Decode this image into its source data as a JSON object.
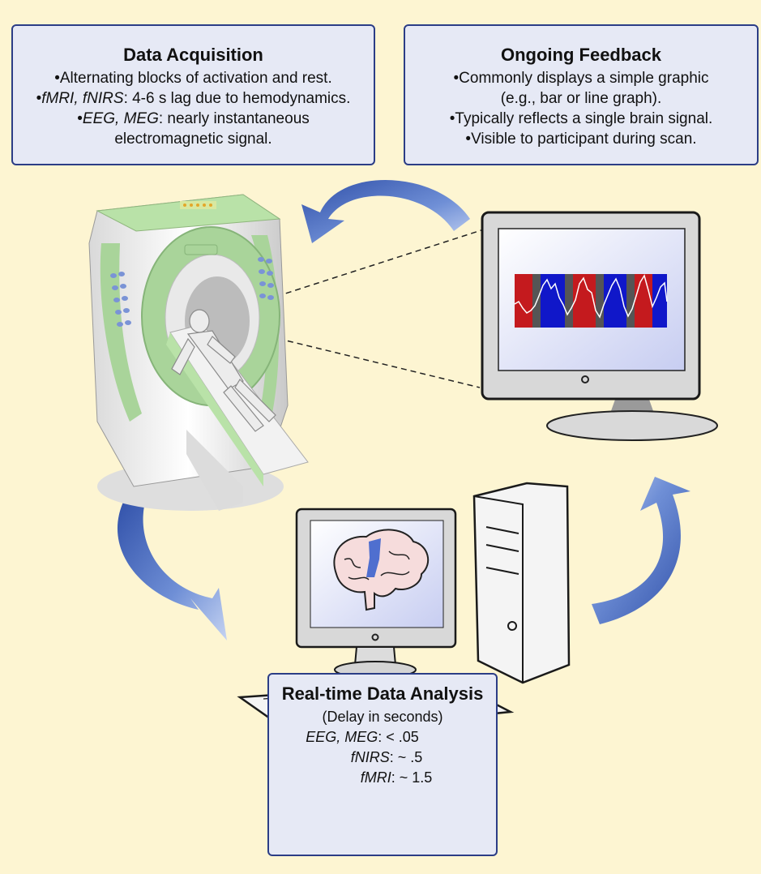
{
  "acquisition": {
    "title": "Data Acquisition",
    "line1": "•Alternating blocks of activation and rest.",
    "line2_italic": "fMRI, fNIRS",
    "line2_rest": ": 4-6 s lag due to hemodynamics.",
    "line3_italic": "EEG, MEG",
    "line3_rest": ": nearly instantaneous",
    "line4": "electromagnetic signal."
  },
  "feedback": {
    "title": "Ongoing Feedback",
    "line1": "•Commonly displays a simple graphic",
    "line2": "(e.g., bar or line graph).",
    "line3": "•Typically reflects a single brain signal.",
    "line4": "•Visible to participant during scan."
  },
  "analysis": {
    "title": "Real-time Data Analysis",
    "subtitle": "(Delay in seconds)",
    "rows": [
      {
        "modality": "EEG, MEG",
        "value": ": < .05"
      },
      {
        "modality": "fNIRS",
        "value": ": ~ .5"
      },
      {
        "modality": "fMRI",
        "value": ": ~ 1.5"
      }
    ]
  },
  "colors": {
    "background": "#fdf5d2",
    "box_fill": "#e6e9f5",
    "box_border": "#2b3d86",
    "arrow": "#4d6bbf",
    "scanner_green": "#a9d49a",
    "block_red": "#c41a1e",
    "block_blue": "#1017c9",
    "block_gray": "#555555"
  }
}
